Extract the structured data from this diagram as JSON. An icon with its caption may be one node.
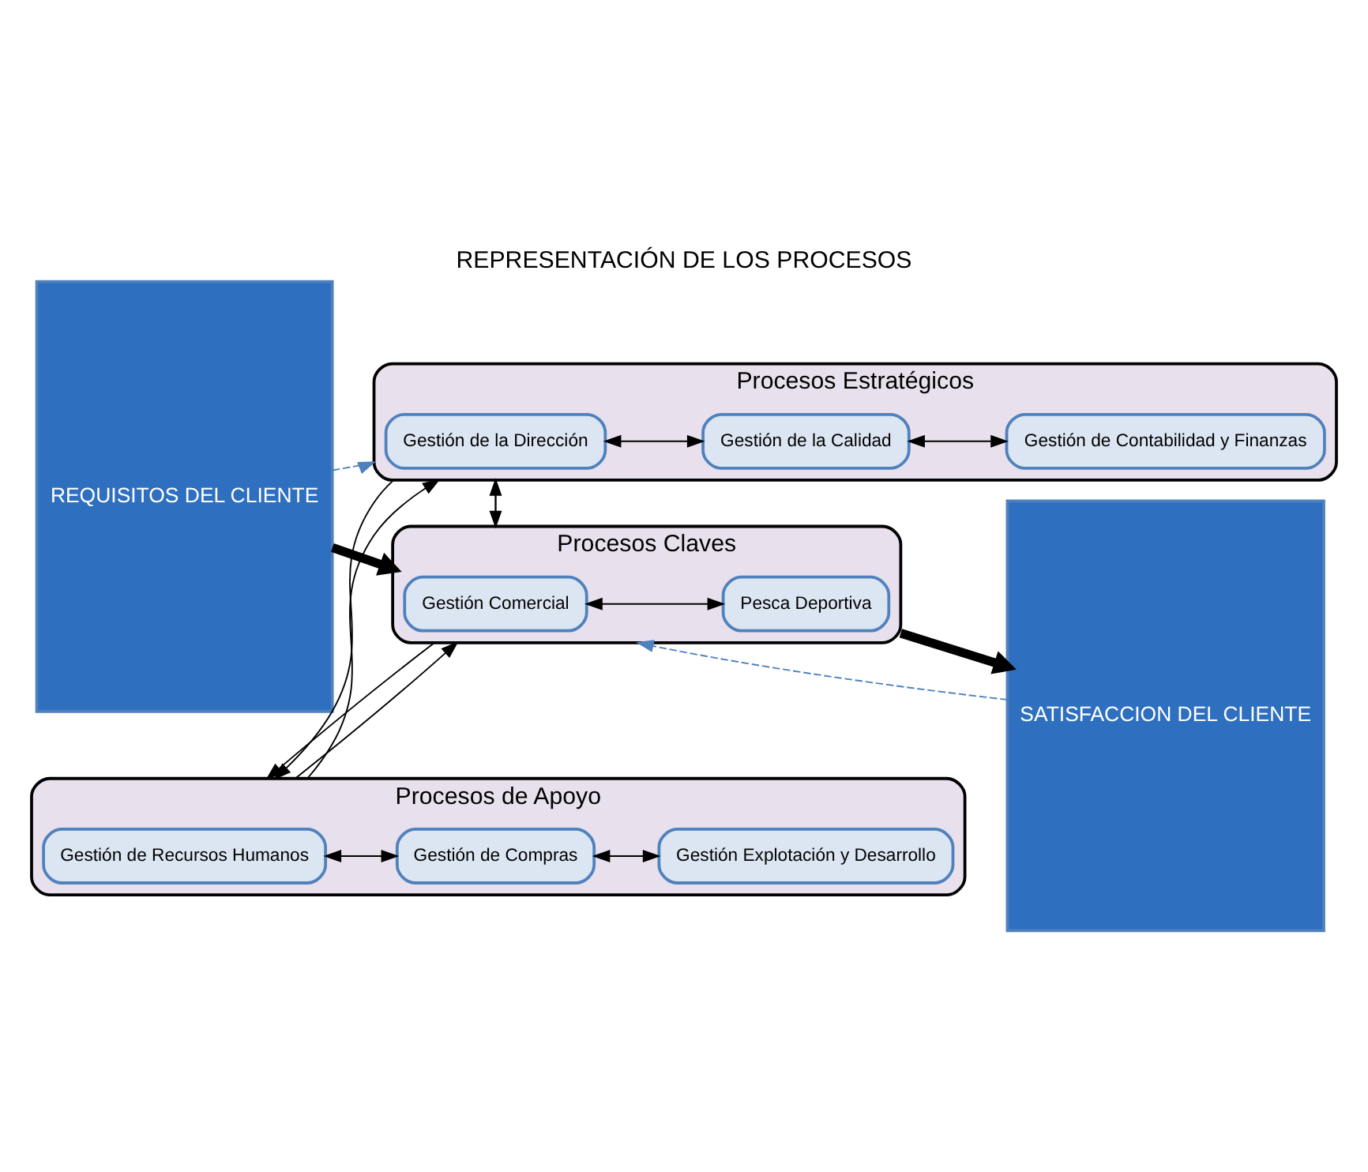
{
  "diagram": {
    "title": "REPRESENTACIÓN DE LOS PROCESOS",
    "nodes": [
      {
        "text": [
          "REQUISITOS DEL CLIENTE"
        ]
      },
      {
        "text": [
          "Procesos Estratégicos"
        ]
      },
      {
        "text": [
          "Gestión de la Dirección"
        ],
        "in": 1
      },
      {
        "text": [
          "Gestión de la Calidad"
        ],
        "in": 1
      },
      {
        "text": [
          "Gestión de Contabilidad y Finanzas"
        ],
        "in": 1
      },
      {
        "text": [
          "Procesos Claves"
        ]
      },
      {
        "text": [
          "Gestión Comercial"
        ],
        "in": 5
      },
      {
        "text": [
          "Pesca Deportiva"
        ],
        "in": 5
      },
      {
        "text": [
          "Procesos de Apoyo"
        ]
      },
      {
        "text": [
          "Gestión de Recursos Humanos"
        ],
        "in": 8
      },
      {
        "text": [
          "Gestión de Compras"
        ],
        "in": 8
      },
      {
        "text": [
          "Gestión Explotación y Desarrollo"
        ],
        "in": 8
      },
      {
        "text": [
          "SATISFACCION DEL CLIENTE"
        ]
      }
    ],
    "edges": [
      {
        "from": 0,
        "to": 1,
        "arrow": "to",
        "style": "dashed",
        "color": "#4f81bd"
      },
      {
        "from": 2,
        "to": 3,
        "arrow": "both"
      },
      {
        "from": 3,
        "to": 4,
        "arrow": "both"
      },
      {
        "from": 1,
        "to": 5,
        "arrow": "to"
      },
      {
        "from": 5,
        "to": 1,
        "arrow": "to"
      },
      {
        "from": 0,
        "to": 5,
        "arrow": "to",
        "style": "thick"
      },
      {
        "from": 6,
        "to": 7,
        "arrow": "both"
      },
      {
        "from": 5,
        "to": 12,
        "arrow": "to",
        "style": "thick"
      },
      {
        "from": 12,
        "to": 5,
        "arrow": "to",
        "style": "dashed",
        "color": "#4f81bd"
      },
      {
        "from": 5,
        "to": 8,
        "arrow": "to"
      },
      {
        "from": 8,
        "to": 5,
        "arrow": "to"
      },
      {
        "from": 9,
        "to": 10,
        "arrow": "both"
      },
      {
        "from": 10,
        "to": 11,
        "arrow": "both"
      },
      {
        "from": 1,
        "to": 8,
        "arrow": "to"
      },
      {
        "from": 8,
        "to": 1,
        "arrow": "to"
      }
    ]
  }
}
